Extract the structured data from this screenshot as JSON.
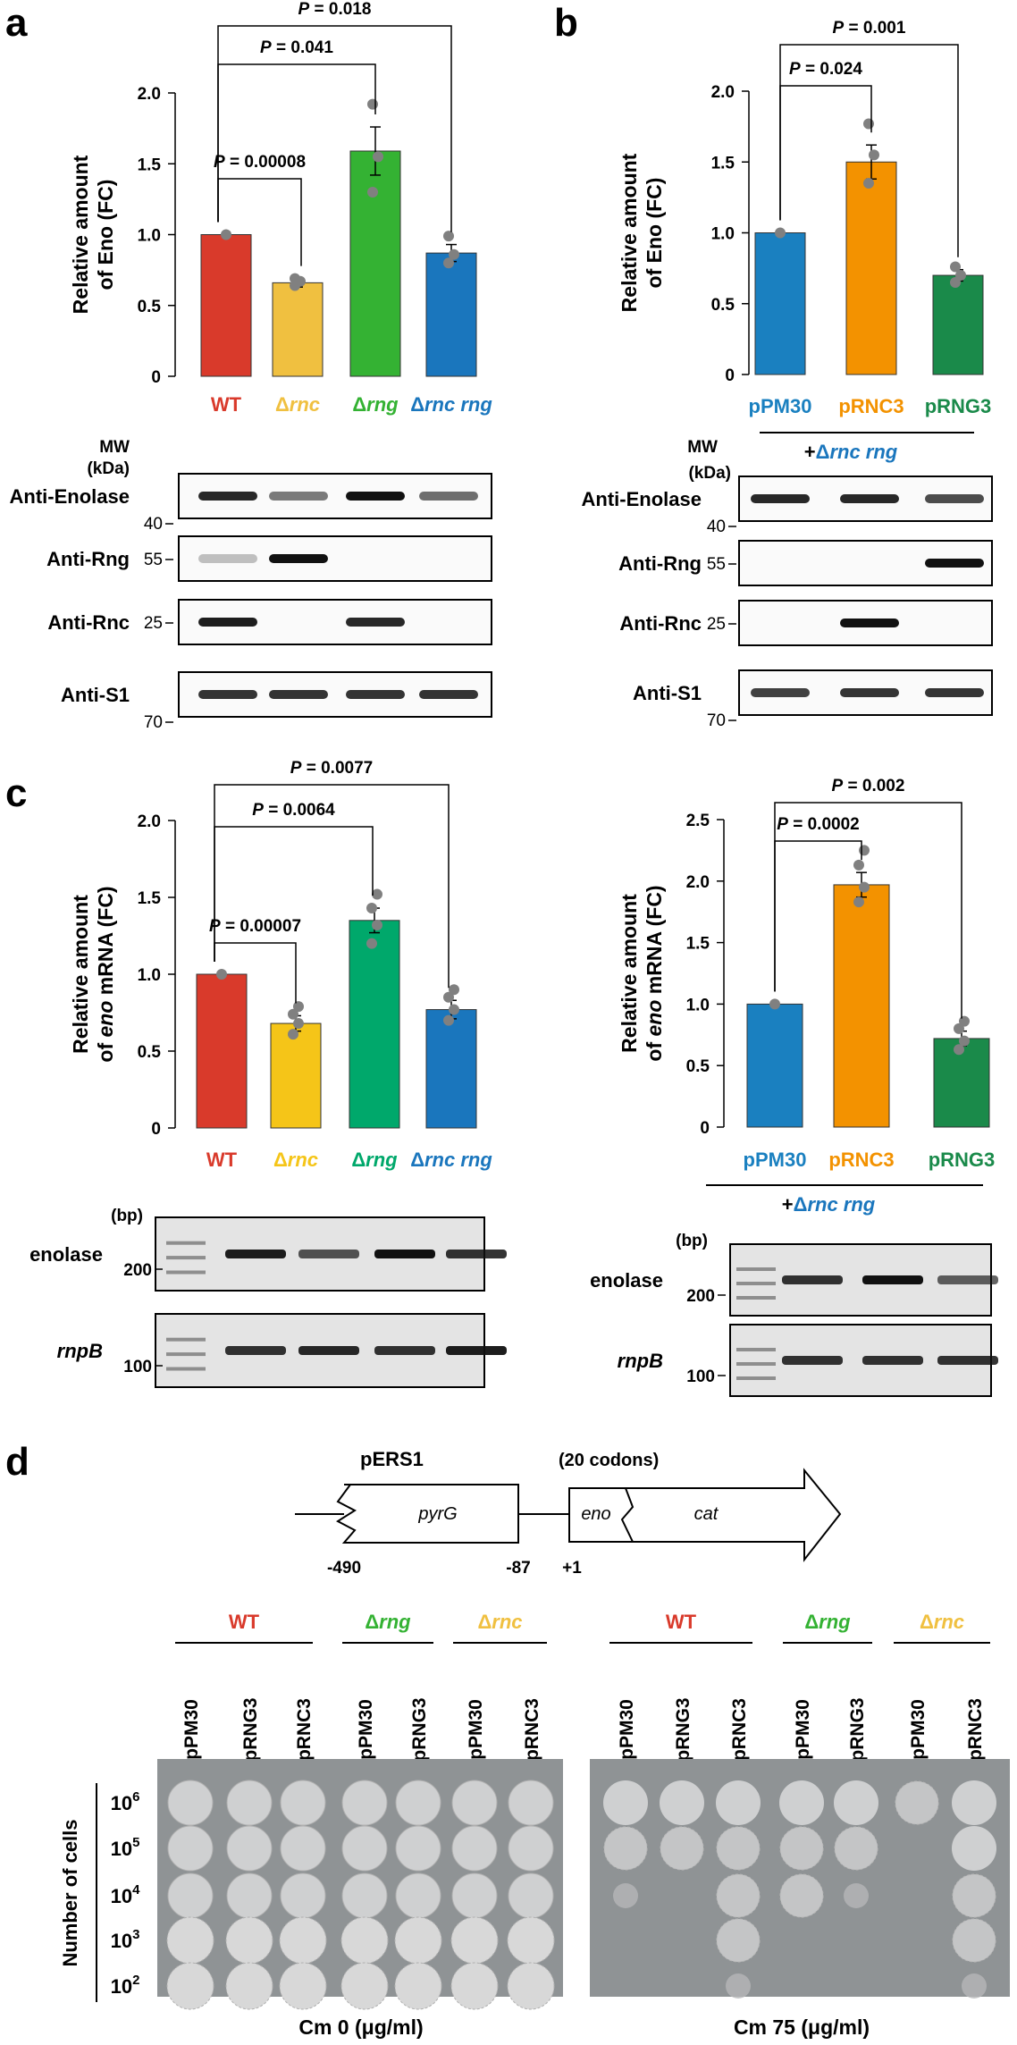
{
  "colors": {
    "wt": "#d93a2b",
    "rnc": "#f0c040",
    "rnc_c": "#f5c518",
    "rng": "#34b233",
    "rng_c": "#00a86b",
    "rncrng": "#1a76bd",
    "pm30": "#1a80c0",
    "prnc3": "#f39200",
    "prng3": "#1a8a4a",
    "dot": "#808080"
  },
  "panel_labels": [
    "a",
    "b",
    "c",
    "d"
  ],
  "common": {
    "delta": "Δ",
    "p_prefix": "P",
    "mw": "MW",
    "kda": "(kDa)",
    "bp": "(bp)",
    "complement_plus": "+",
    "complement_strain": "Δrnc rng"
  },
  "chart_data": [
    {
      "id": "a",
      "type": "bar",
      "ylabel": [
        "Relative amount",
        "of Eno (FC)"
      ],
      "yticks": [
        "0",
        "0.5",
        "1.0",
        "1.5",
        "2.0"
      ],
      "ylim": [
        0,
        2.0
      ],
      "categories": [
        "WT",
        "Δrnc",
        "Δrng",
        "Δrnc rng"
      ],
      "values": [
        1.0,
        0.66,
        1.59,
        0.87
      ],
      "errors": [
        0,
        0.03,
        0.17,
        0.06
      ],
      "points": [
        [
          1.0
        ],
        [
          0.64,
          0.67,
          0.69
        ],
        [
          1.3,
          1.55,
          1.92
        ],
        [
          0.8,
          0.86,
          0.99
        ]
      ],
      "comparisons": [
        {
          "to": "Δrnc",
          "p": "0.00008"
        },
        {
          "to": "Δrng",
          "p": "0.041"
        },
        {
          "to": "Δrnc rng",
          "p": "0.018"
        }
      ]
    },
    {
      "id": "b",
      "type": "bar",
      "ylabel": [
        "Relative amount",
        "of Eno (FC)"
      ],
      "yticks": [
        "0",
        "0.5",
        "1.0",
        "1.5",
        "2.0"
      ],
      "ylim": [
        0,
        2.0
      ],
      "categories": [
        "pPM30",
        "pRNC3",
        "pRNG3"
      ],
      "values": [
        1.0,
        1.5,
        0.7
      ],
      "errors": [
        0,
        0.12,
        0.04
      ],
      "points": [
        [
          1.0
        ],
        [
          1.35,
          1.55,
          1.77
        ],
        [
          0.65,
          0.7,
          0.76
        ]
      ],
      "comparisons": [
        {
          "to": "pRNC3",
          "p": "0.024"
        },
        {
          "to": "pRNG3",
          "p": "0.001"
        }
      ]
    },
    {
      "id": "c1",
      "type": "bar",
      "ylabel": [
        "Relative amount",
        "of eno mRNA (FC)"
      ],
      "yticks": [
        "0",
        "0.5",
        "1.0",
        "1.5",
        "2.0"
      ],
      "ylim": [
        0,
        2.0
      ],
      "categories": [
        "WT",
        "Δrnc",
        "Δrng",
        "Δrnc rng"
      ],
      "values": [
        1.0,
        0.68,
        1.35,
        0.77
      ],
      "errors": [
        0,
        0.05,
        0.08,
        0.06
      ],
      "points": [
        [
          1.0
        ],
        [
          0.61,
          0.68,
          0.74,
          0.79
        ],
        [
          1.2,
          1.32,
          1.43,
          1.52
        ],
        [
          0.7,
          0.77,
          0.85,
          0.9
        ]
      ],
      "comparisons": [
        {
          "to": "Δrnc",
          "p": "0.00007"
        },
        {
          "to": "Δrng",
          "p": "0.0064"
        },
        {
          "to": "Δrnc rng",
          "p": "0.0077"
        }
      ]
    },
    {
      "id": "c2",
      "type": "bar",
      "ylabel": [
        "Relative amount",
        "of eno mRNA (FC)"
      ],
      "yticks": [
        "0",
        "0.5",
        "1.0",
        "1.5",
        "2.0",
        "2.5"
      ],
      "ylim": [
        0,
        2.5
      ],
      "categories": [
        "pPM30",
        "pRNC3",
        "pRNG3"
      ],
      "values": [
        1.0,
        1.97,
        0.72
      ],
      "errors": [
        0,
        0.1,
        0.06
      ],
      "points": [
        [
          1.0
        ],
        [
          1.83,
          1.95,
          2.13,
          2.25
        ],
        [
          0.63,
          0.7,
          0.8,
          0.86
        ]
      ],
      "comparisons": [
        {
          "to": "pRNC3",
          "p": "0.0002"
        },
        {
          "to": "pRNG3",
          "p": "0.002"
        }
      ]
    }
  ],
  "blots": {
    "a_rows": [
      {
        "label": "Anti-Enolase",
        "mw": "40",
        "bands": [
          0.9,
          0.55,
          1.0,
          0.6
        ]
      },
      {
        "label": "Anti-Rng",
        "mw": "55",
        "bands": [
          0.25,
          1.0,
          0,
          0
        ]
      },
      {
        "label": "Anti-Rnc",
        "mw": "25",
        "bands": [
          0.95,
          0,
          0.9,
          0
        ]
      },
      {
        "label": "Anti-S1",
        "mw": "70",
        "bands": [
          0.85,
          0.85,
          0.85,
          0.85
        ]
      }
    ],
    "b_rows": [
      {
        "label": "Anti-Enolase",
        "mw": "40",
        "bands": [
          0.9,
          0.9,
          0.75
        ]
      },
      {
        "label": "Anti-Rng",
        "mw": "55",
        "bands": [
          0,
          0,
          1.0
        ]
      },
      {
        "label": "Anti-Rnc",
        "mw": "25",
        "bands": [
          0,
          1.0,
          0
        ]
      },
      {
        "label": "Anti-S1",
        "mw": "70",
        "bands": [
          0.8,
          0.85,
          0.85
        ]
      }
    ]
  },
  "gels": {
    "c_left": [
      {
        "label": "enolase",
        "italic": false,
        "size": "200",
        "bands": [
          0.95,
          0.7,
          1.0,
          0.85
        ]
      },
      {
        "label": "rnpB",
        "italic": true,
        "size": "100",
        "bands": [
          0.85,
          0.9,
          0.85,
          0.95
        ]
      }
    ],
    "c_right": [
      {
        "label": "enolase",
        "italic": false,
        "size": "200",
        "bands": [
          0.85,
          1.0,
          0.65
        ]
      },
      {
        "label": "rnpB",
        "italic": true,
        "size": "100",
        "bands": [
          0.85,
          0.85,
          0.85
        ]
      }
    ]
  },
  "construct": {
    "plasmid": "pERS1",
    "codons": "(20 codons)",
    "gene1": "pyrG",
    "gene2": "eno",
    "gene3": "cat",
    "pos1": "-490",
    "pos2": "-87",
    "pos3": "+1"
  },
  "spot_assay": {
    "ylabel": "Number of cells",
    "dilutions": [
      "10^6",
      "10^5",
      "10^4",
      "10^3",
      "10^2"
    ],
    "plate_labels": [
      "Cm 0 (μg/ml)",
      "Cm 75 (μg/ml)"
    ],
    "strain_groups": [
      {
        "name": "WT",
        "plasmids": [
          "pPM30",
          "pRNG3",
          "pRNC3"
        ]
      },
      {
        "name": "Δrng",
        "plasmids": [
          "pPM30",
          "pRNG3"
        ]
      },
      {
        "name": "Δrnc",
        "plasmids": [
          "pPM30",
          "pRNC3"
        ]
      }
    ],
    "growth_cm0": [
      1,
      1,
      1,
      1,
      1,
      1,
      1
    ],
    "growth_cm75": [
      [
        3,
        3,
        3,
        3,
        3,
        2,
        3
      ],
      [
        2,
        2,
        2,
        2,
        2,
        0,
        3
      ],
      [
        1,
        0,
        2,
        2,
        1,
        0,
        2
      ],
      [
        0,
        0,
        2,
        0,
        0,
        0,
        2
      ],
      [
        0,
        0,
        1,
        0,
        0,
        0,
        1
      ]
    ]
  }
}
